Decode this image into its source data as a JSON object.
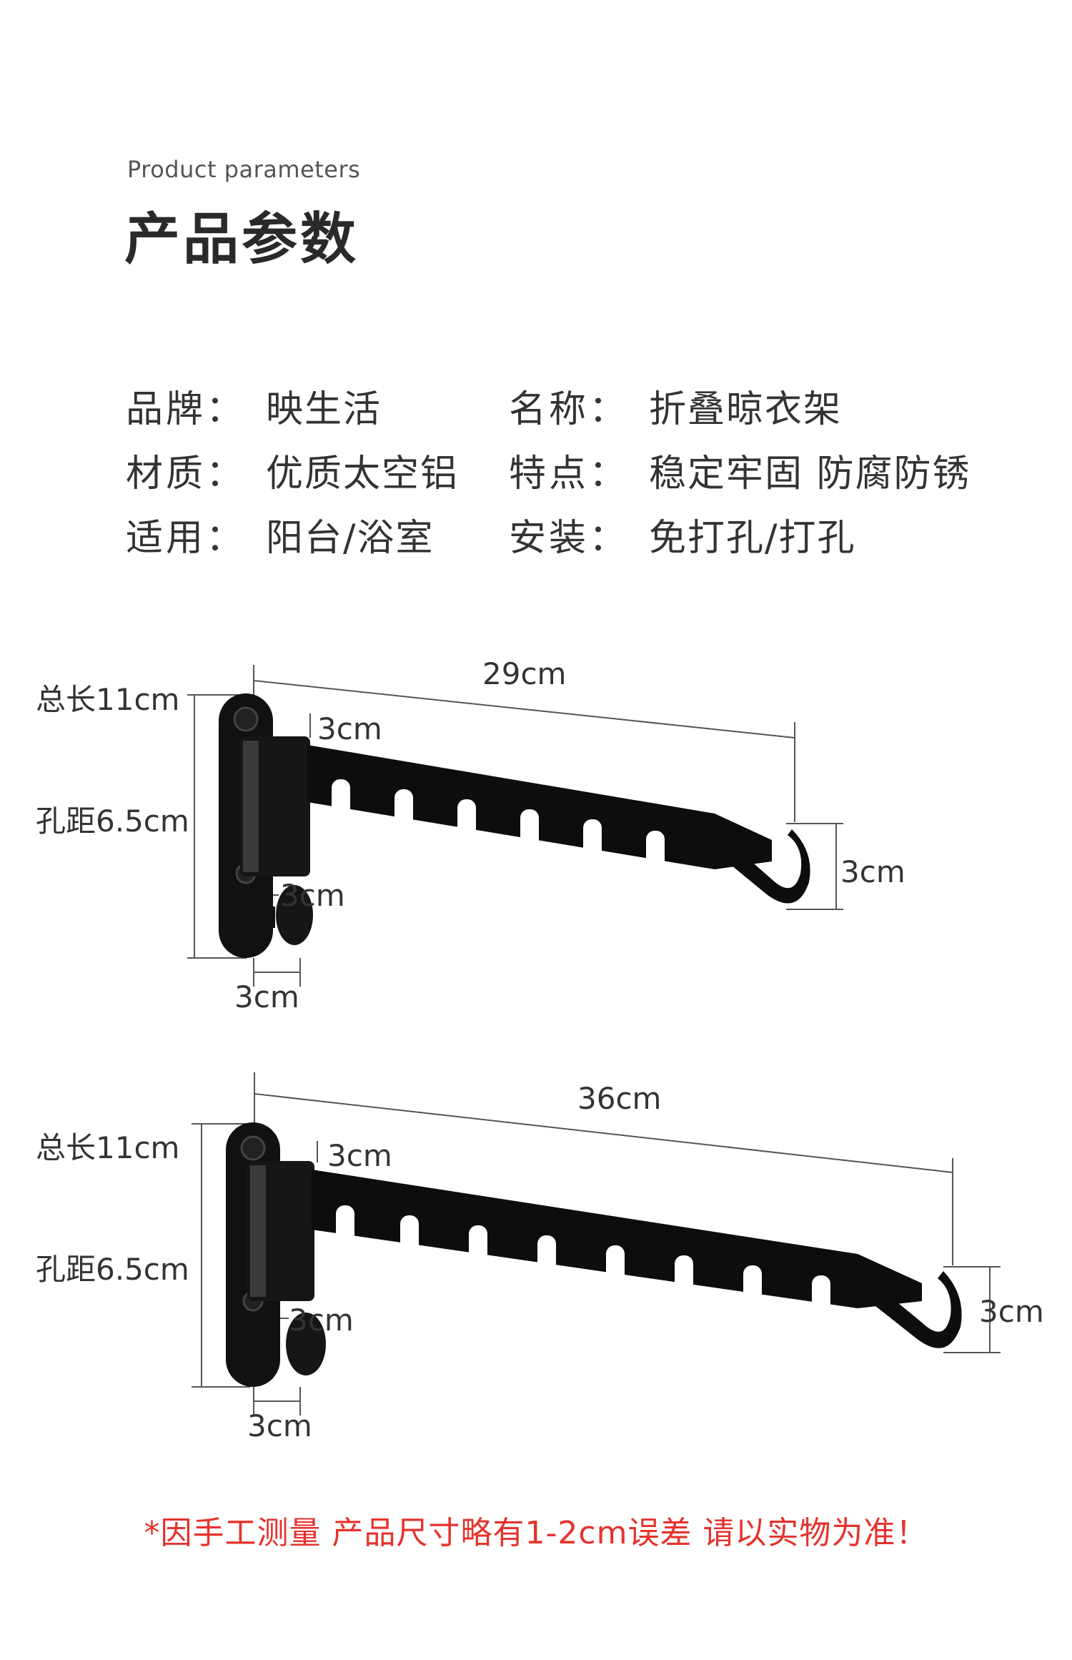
{
  "header": {
    "subtitle": "Product parameters",
    "title": "产品参数"
  },
  "params": [
    {
      "key": "品牌：",
      "value": "映生活"
    },
    {
      "key": "名称：",
      "value": "折叠晾衣架"
    },
    {
      "key": "材质：",
      "value": "优质太空铝"
    },
    {
      "key": "特点：",
      "value": "稳定牢固 防腐防锈"
    },
    {
      "key": "适用：",
      "value": "阳台/浴室"
    },
    {
      "key": "安装：",
      "value": "免打孔/打孔"
    }
  ],
  "rack_small": {
    "total_length": "总长11cm",
    "hole_spacing": "孔距6.5cm",
    "arm_length": "29cm",
    "top_offset": "3cm",
    "hook_height": "3cm",
    "bottom_offset": "3cm",
    "knob_width": "3cm"
  },
  "rack_large": {
    "total_length": "总长11cm",
    "hole_spacing": "孔距6.5cm",
    "arm_length": "36cm",
    "top_offset": "3cm",
    "hook_height": "3cm",
    "bottom_offset": "3cm",
    "knob_width": "3cm"
  },
  "note": "*因手工测量 产品尺寸略有1-2cm误差 请以实物为准！",
  "colors": {
    "accent": "#e5322d",
    "product": "#111111"
  }
}
